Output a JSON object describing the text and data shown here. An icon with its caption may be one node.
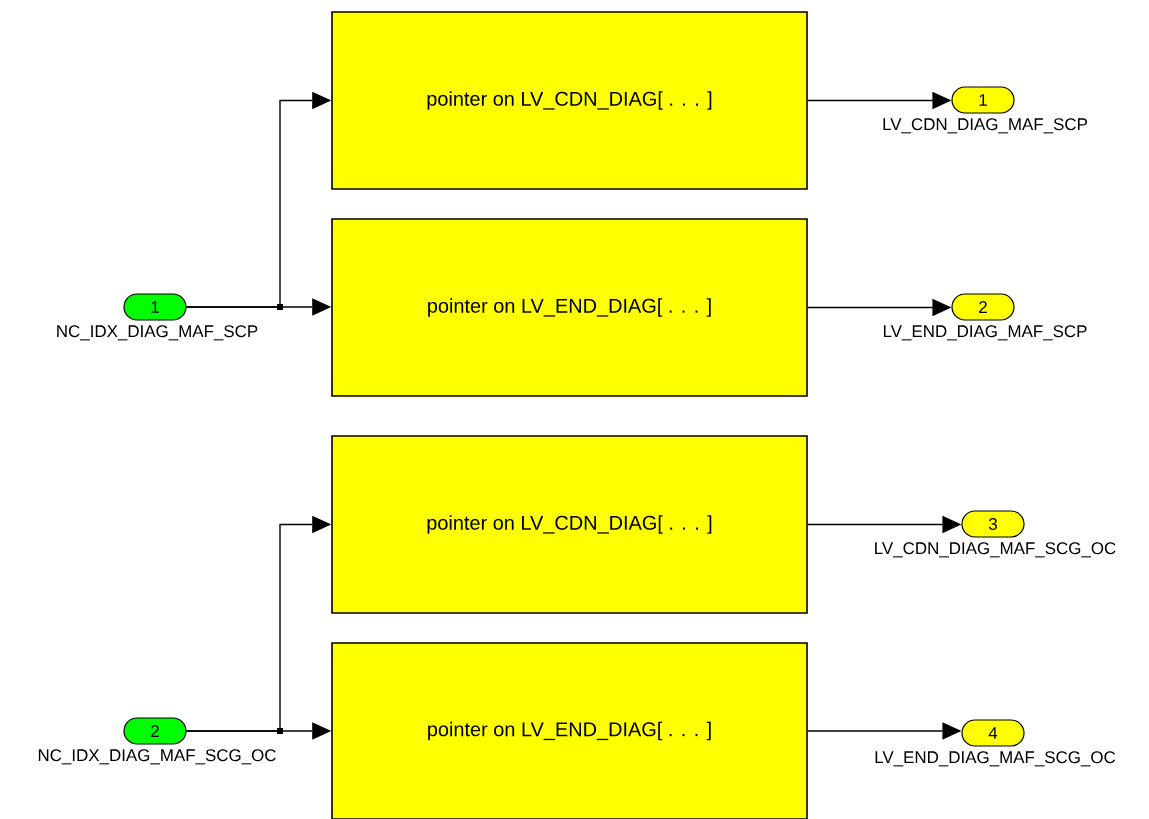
{
  "diagram": {
    "nodes": [
      {
        "text": [
          "1"
        ],
        "beside": [
          "NC_IDX_DIAG_MAF_SCP"
        ]
      },
      {
        "text": [
          "pointer on LV_CDN_DIAG[ . . . ]"
        ]
      },
      {
        "text": [
          "pointer on LV_END_DIAG[ . . . ]"
        ]
      },
      {
        "text": [
          "1"
        ],
        "beside": [
          "LV_CDN_DIAG_MAF_SCP"
        ]
      },
      {
        "text": [
          "2"
        ],
        "beside": [
          "LV_END_DIAG_MAF_SCP"
        ]
      },
      {
        "text": [
          "2"
        ],
        "beside": [
          "NC_IDX_DIAG_MAF_SCG_OC"
        ]
      },
      {
        "text": [
          "pointer on LV_CDN_DIAG[ . . . ]"
        ]
      },
      {
        "text": [
          "pointer on LV_END_DIAG[ . . . ]"
        ]
      },
      {
        "text": [
          "3"
        ],
        "beside": [
          "LV_CDN_DIAG_MAF_SCG_OC"
        ]
      },
      {
        "text": [
          "4"
        ],
        "beside": [
          "LV_END_DIAG_MAF_SCG_OC"
        ]
      }
    ],
    "edges": [
      {
        "from": 0,
        "to": 1,
        "arrow": "to"
      },
      {
        "from": 0,
        "to": 2,
        "arrow": "to"
      },
      {
        "from": 1,
        "to": 3,
        "arrow": "to"
      },
      {
        "from": 2,
        "to": 4,
        "arrow": "to"
      },
      {
        "from": 5,
        "to": 6,
        "arrow": "to"
      },
      {
        "from": 5,
        "to": 7,
        "arrow": "to"
      },
      {
        "from": 6,
        "to": 8,
        "arrow": "to"
      },
      {
        "from": 7,
        "to": 9,
        "arrow": "to"
      }
    ]
  }
}
